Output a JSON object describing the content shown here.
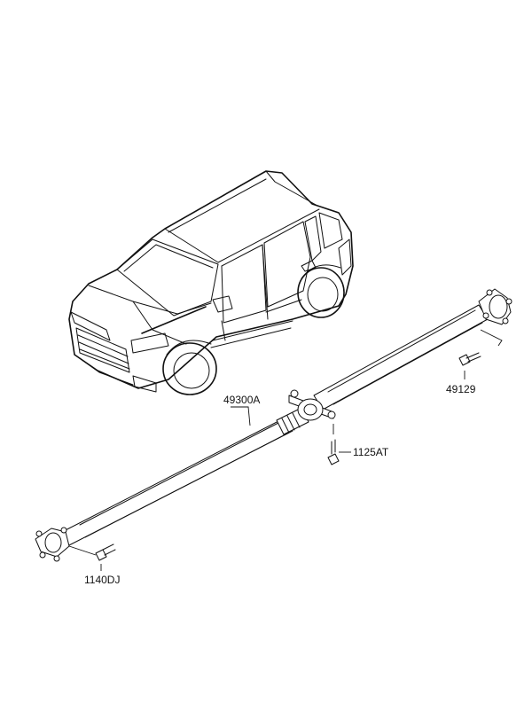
{
  "parts": [
    {
      "id": "shaft",
      "label": "49300A"
    },
    {
      "id": "rear_bolt",
      "label": "49129"
    },
    {
      "id": "bearing_bolt",
      "label": "1125AT"
    },
    {
      "id": "front_bolt",
      "label": "1140DJ"
    }
  ],
  "colors": {
    "line": "#111111",
    "background": "#ffffff"
  }
}
